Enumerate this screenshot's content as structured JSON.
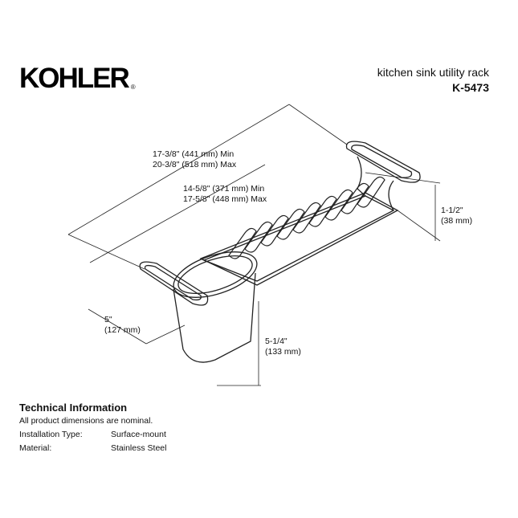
{
  "brand": {
    "logo": "KOHLER",
    "registered": "®"
  },
  "product": {
    "name": "kitchen sink utility rack",
    "model": "K-5473"
  },
  "dimensions": {
    "overall_length": [
      "17-3/8\" (441 mm) Min",
      "20-3/8\" (518 mm) Max"
    ],
    "inner_length": [
      "14-5/8\" (371 mm) Min",
      "17-5/8\" (448 mm) Max"
    ],
    "height": [
      "1-1/2\"",
      "(38 mm)"
    ],
    "cup_width": [
      "5\"",
      "(127 mm)"
    ],
    "cup_depth": [
      "5-1/4\"",
      "(133 mm)"
    ]
  },
  "technical_info": {
    "title": "Technical Information",
    "note": "All product dimensions are nominal.",
    "rows": [
      {
        "label": "Installation Type:",
        "value": "Surface-mount"
      },
      {
        "label": "Material:",
        "value": "Stainless Steel"
      }
    ]
  }
}
